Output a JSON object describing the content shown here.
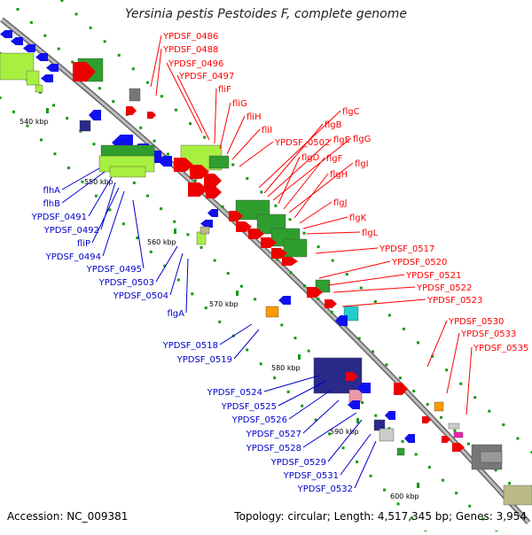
{
  "title": "Yersinia pestis Pestoides F, complete genome",
  "accession": "Accession: NC_009381",
  "topology": "Topology: circular; Length: 4,517,345 bp; Genes: 3,954",
  "colors": {
    "backbone": "#8c8c8c",
    "forward_label": "#ff0000",
    "reverse_label": "#0000cc",
    "tick": "#119911",
    "gene_red": "#ee0000",
    "gene_blue": "#1010ee",
    "gene_green": "#2e9e2e",
    "gene_lime": "#a8f040",
    "gene_navy": "#2a2a8a",
    "gene_gray": "#777777",
    "gene_orange": "#ff9900",
    "gene_cyan": "#22cccc",
    "gene_pink": "#ee99aa",
    "gene_olive": "#bbbb88",
    "gene_magenta": "#ee22aa",
    "gene_silver": "#cccccc"
  },
  "kbp_marks": [
    "540 kbp",
    "550 kbp",
    "560 kbp",
    "570 kbp",
    "580 kbp",
    "590 kbp",
    "600 kbp"
  ],
  "forward_labels": [
    "YPDSF_0486",
    "YPDSF_0488",
    "YPDSF_0496",
    "YPDSF_0497",
    "fliF",
    "fliG",
    "fliH",
    "fliI",
    "YPDSF_0502",
    "flgC",
    "flgB",
    "flgE",
    "flgG",
    "flgD",
    "flgF",
    "flgI",
    "flgH",
    "flgJ",
    "flgK",
    "flgL",
    "YPDSF_0517",
    "YPDSF_0520",
    "YPDSF_0521",
    "YPDSF_0522",
    "YPDSF_0523",
    "YPDSF_0530",
    "YPDSF_0533",
    "YPDSF_0535"
  ],
  "reverse_labels": [
    "flhA",
    "flhB",
    "YPDSF_0491",
    "YPDSF_0492",
    "fliP",
    "YPDSF_0494",
    "YPDSF_0495",
    "YPDSF_0503",
    "YPDSF_0504",
    "flgA",
    "YPDSF_0518",
    "YPDSF_0519",
    "YPDSF_0524",
    "YPDSF_0525",
    "YPDSF_0526",
    "YPDSF_0527",
    "YPDSF_0528",
    "YPDSF_0529",
    "YPDSF_0531",
    "YPDSF_0532"
  ]
}
